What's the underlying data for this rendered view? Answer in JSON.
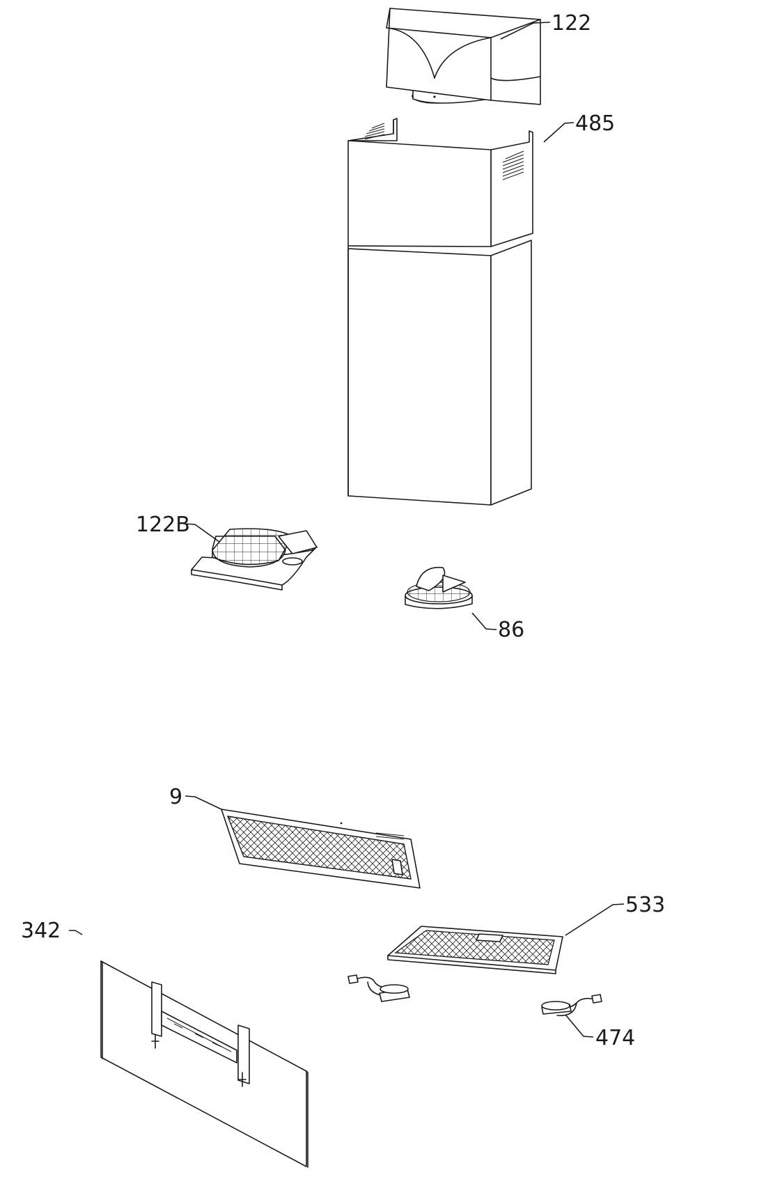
{
  "callouts": {
    "part_122": "122",
    "part_485": "485",
    "part_122b": "122B",
    "part_86": "86",
    "part_9": "9",
    "part_533": "533",
    "part_342": "342",
    "part_474": "474"
  },
  "colors": {
    "line": "#1a1a1a",
    "background": "#ffffff"
  }
}
